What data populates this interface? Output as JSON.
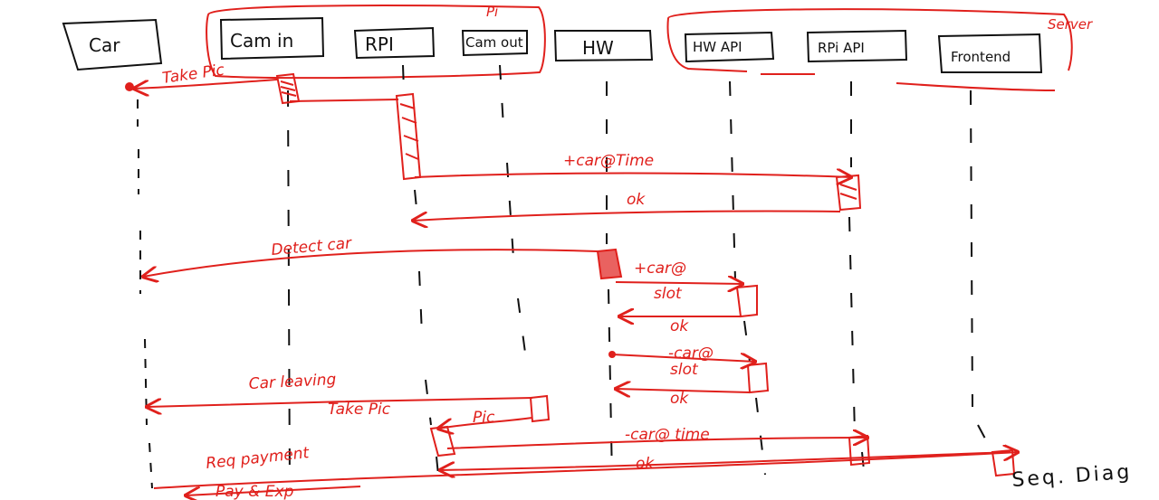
{
  "diagram": {
    "colors": {
      "ink": "#111111",
      "red": "#e0201c",
      "background": "#ffffff"
    },
    "actors": [
      {
        "id": "car",
        "label": "Car"
      },
      {
        "id": "camin",
        "label": "Cam in"
      },
      {
        "id": "rpi",
        "label": "RPI"
      },
      {
        "id": "camout",
        "label": "Cam out"
      },
      {
        "id": "hw",
        "label": "HW"
      },
      {
        "id": "hwapi",
        "label": "HW API"
      },
      {
        "id": "rpiapi",
        "label": "RPi API"
      },
      {
        "id": "frontend",
        "label": "Frontend"
      }
    ],
    "groups": [
      {
        "id": "pi-group",
        "label": "Pi"
      },
      {
        "id": "server-group",
        "label": "Server"
      }
    ],
    "messages": [
      {
        "id": "take-pic-1",
        "label": "Take Pic"
      },
      {
        "id": "car-at-time-1",
        "label": "+car@Time"
      },
      {
        "id": "ok-1",
        "label": "ok"
      },
      {
        "id": "detect-car",
        "label": "Detect car"
      },
      {
        "id": "car-at-slot-1",
        "label": "+car@"
      },
      {
        "id": "car-at-slot-1b",
        "label": "slot"
      },
      {
        "id": "ok-2",
        "label": "ok"
      },
      {
        "id": "car-at-slot-2",
        "label": "-car@"
      },
      {
        "id": "car-at-slot-2b",
        "label": "slot"
      },
      {
        "id": "ok-3",
        "label": "ok"
      },
      {
        "id": "car-leaving",
        "label": "Car leaving"
      },
      {
        "id": "take-pic-2",
        "label": "Take Pic"
      },
      {
        "id": "pic",
        "label": "Pic"
      },
      {
        "id": "car-at-time-2",
        "label": "-car@ time"
      },
      {
        "id": "ok-4",
        "label": "ok"
      },
      {
        "id": "req-payment",
        "label": "Req payment"
      },
      {
        "id": "pay-exp",
        "label": "Pay & Exp"
      }
    ],
    "caption": "Seq. Diag"
  }
}
